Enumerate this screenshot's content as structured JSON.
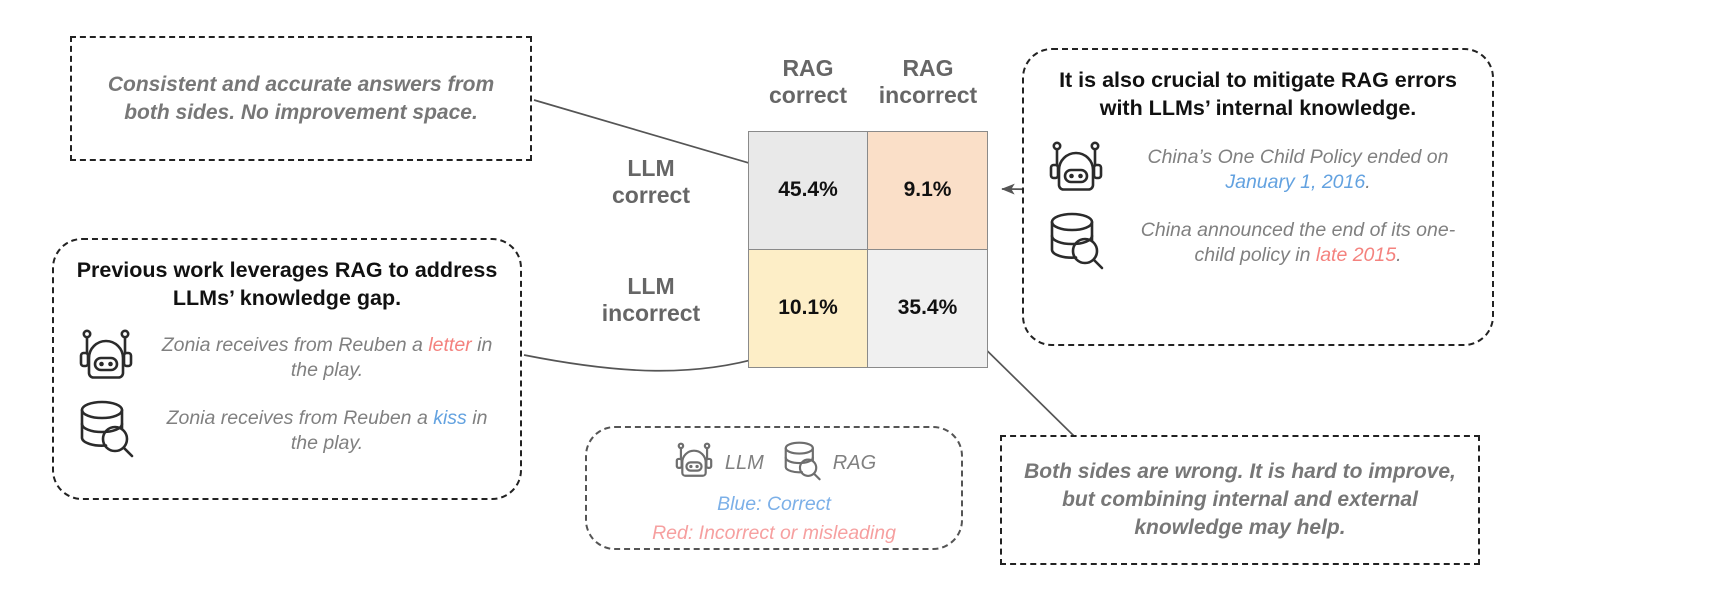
{
  "matrix": {
    "col_headers": [
      "RAG\ncorrect",
      "RAG\nincorrect"
    ],
    "col_header_0_l1": "RAG",
    "col_header_0_l2": "correct",
    "col_header_1_l1": "RAG",
    "col_header_1_l2": "incorrect",
    "row_header_0_l1": "LLM",
    "row_header_0_l2": "correct",
    "row_header_1_l1": "LLM",
    "row_header_1_l2": "incorrect",
    "cells": {
      "llm_correct_rag_correct": "45.4%",
      "llm_correct_rag_incorrect": "9.1%",
      "llm_incorrect_rag_correct": "10.1%",
      "llm_incorrect_rag_incorrect": "35.4%"
    },
    "colors": {
      "llm_correct_rag_correct": "#e9e9e9",
      "llm_correct_rag_incorrect": "#fadfc8",
      "llm_incorrect_rag_correct": "#fdeec7",
      "llm_incorrect_rag_incorrect": "#f0f0f0",
      "border": "#8a8a8a"
    }
  },
  "chart_data": {
    "type": "heatmap",
    "title": "",
    "x": [
      "RAG correct",
      "RAG incorrect"
    ],
    "y": [
      "LLM correct",
      "LLM incorrect"
    ],
    "values": [
      [
        45.4,
        9.1
      ],
      [
        10.1,
        35.4
      ]
    ],
    "unit": "%",
    "xlabel": "",
    "ylabel": "",
    "grid": false,
    "legend": "none"
  },
  "callouts": {
    "consistent": {
      "text": "Consistent and accurate answers from both sides. No improvement space."
    },
    "previous": {
      "headline": "Previous work leverages RAG to address LLMs’ knowledge gap.",
      "llm_example": {
        "prefix": "Zonia receives from Reuben a ",
        "highlight": "letter",
        "suffix": " in the play.",
        "highlight_color": "#f4827e"
      },
      "rag_example": {
        "prefix": "Zonia receives from Reuben a ",
        "highlight": "kiss",
        "suffix": " in the play.",
        "highlight_color": "#63a2e0"
      }
    },
    "crucial": {
      "headline": "It is also crucial to mitigate RAG errors with LLMs’ internal knowledge.",
      "llm_example": {
        "prefix": "China’s One Child Policy ended on ",
        "highlight": "January 1, 2016",
        "suffix": ".",
        "highlight_color": "#63a2e0"
      },
      "rag_example": {
        "prefix": "China announced the end of its one-child policy in ",
        "highlight": "late 2015",
        "suffix": ".",
        "highlight_color": "#f4827e"
      }
    },
    "both_wrong": {
      "text": "Both sides are wrong. It is hard to improve, but combining internal and external knowledge may help."
    }
  },
  "legend": {
    "llm_label": "LLM",
    "rag_label": "RAG",
    "blue_line": "Blue: Correct",
    "red_line": "Red: Incorrect or misleading",
    "blue_color": "#7cb0e8",
    "red_color": "#f6a0a0"
  },
  "icons": {
    "llm": "robot-icon",
    "rag": "database-search-icon"
  }
}
